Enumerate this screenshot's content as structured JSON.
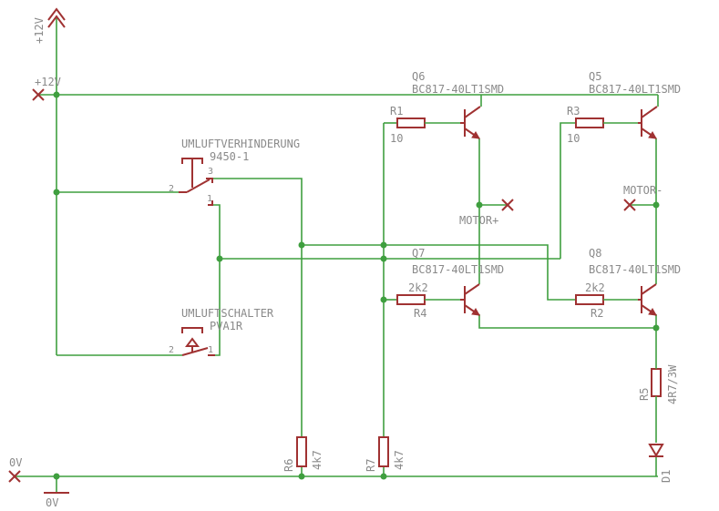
{
  "supply": {
    "top_label": "+12V",
    "rail_label": "+12V",
    "ground_label": "0V",
    "ground_rail_label": "0V"
  },
  "switches": {
    "s1": {
      "name": "UMLUFTVERHINDERUNG",
      "value": "9450-1",
      "pin_common": "2",
      "pin_nc": "3",
      "pin_no": "1"
    },
    "s2": {
      "name": "UMLUFTSCHALTER",
      "value": "PVA1R",
      "pin_a": "2",
      "pin_b": "1"
    }
  },
  "transistors": {
    "q6": {
      "name": "Q6",
      "value": "BC817-40LT1SMD"
    },
    "q5": {
      "name": "Q5",
      "value": "BC817-40LT1SMD"
    },
    "q7": {
      "name": "Q7",
      "value": "BC817-40LT1SMD"
    },
    "q8": {
      "name": "Q8",
      "value": "BC817-40LT1SMD"
    }
  },
  "resistors": {
    "r1": {
      "name": "R1",
      "value": "10"
    },
    "r3": {
      "name": "R3",
      "value": "10"
    },
    "r4": {
      "name": "R4",
      "value": "2k2"
    },
    "r2": {
      "name": "R2",
      "value": "2k2"
    },
    "r5": {
      "name": "R5",
      "value": "4R7/3W"
    },
    "r6": {
      "name": "R6",
      "value": "4k7"
    },
    "r7": {
      "name": "R7",
      "value": "4k7"
    }
  },
  "diodes": {
    "d1": {
      "name": "D1"
    }
  },
  "outputs": {
    "motor_plus": "MOTOR+",
    "motor_minus": "MOTOR-"
  },
  "colors": {
    "wire": "#3f9f3f",
    "symbol": "#a03232",
    "text": "#8a8a8a",
    "background": "#ffffff"
  }
}
